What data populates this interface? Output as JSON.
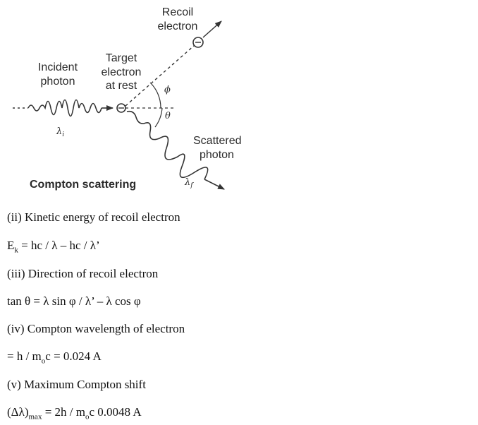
{
  "diagram": {
    "recoil_label": [
      "Recoil",
      "electron"
    ],
    "incident_label": [
      "Incident",
      "photon"
    ],
    "target_label": [
      "Target",
      "electron",
      "at rest"
    ],
    "scattered_label": [
      "Scattered",
      "photon"
    ],
    "phi_symbol": "ϕ",
    "theta_symbol": "θ",
    "lambda_i_symbol": "λ",
    "lambda_i_sub": "i",
    "lambda_f_symbol": "λ",
    "lambda_f_sub": "f",
    "caption": "Compton scattering"
  },
  "text": {
    "line1": "(ii) Kinetic energy of recoil electron",
    "line2_lhs": "E",
    "line2_sub": "k",
    "line2_rhs": " = hc / λ – hc / λ’",
    "line3": "(iii) Direction of recoil electron",
    "line4": "tan θ = λ sin φ / λ’ – λ cos φ",
    "line5": "(iv) Compton wavelength of electron",
    "line6_a": "= h / m",
    "line6_sub": "o",
    "line6_b": "c = 0.024 A",
    "line7": "(v) Maximum Compton shift",
    "line8_a": "(Δλ)",
    "line8_sub": "max",
    "line8_b": " = 2h / m",
    "line8_sub2": "o",
    "line8_c": "c 0.0048 A"
  }
}
